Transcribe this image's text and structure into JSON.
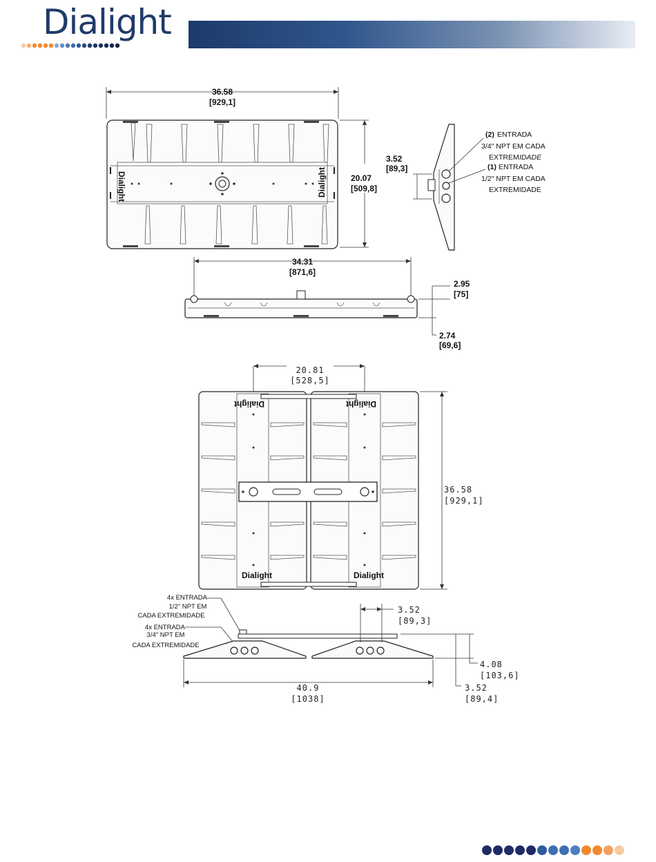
{
  "brand": {
    "name": "Dialight",
    "colors": {
      "navy": "#1f3b68",
      "blue": "#3e6fb0",
      "orange": "#f2882e",
      "peach": "#f6c9a2"
    }
  },
  "top_view": {
    "width": {
      "in": "36.58",
      "mm": "[929,1]"
    },
    "height": {
      "in": "20.07",
      "mm": "[509,8]"
    },
    "logo_left": "Dialight",
    "logo_right": "Dialight"
  },
  "side_view": {
    "offset": {
      "in": "3.52",
      "mm": "[89,3]"
    },
    "note_2_qty": "(2)",
    "note_2": "ENTRADA",
    "note_2_l2": "3/4\" NPT EM CADA",
    "note_2_l3a": "EXTREM",
    "note_2_l3b": "IDADE",
    "note_1_qty": "(1)",
    "note_1": "ENTRADA",
    "note_1_l2": "1/2\" NPT EM CADA",
    "note_1_l3": "EXTREMIDADE"
  },
  "front_view": {
    "width": {
      "in": "34.31",
      "mm": "[871,6]"
    },
    "h1": {
      "in": "2.95",
      "mm": "[75]"
    },
    "h2": {
      "in": "2.74",
      "mm": "[69,6]"
    }
  },
  "double_top_view": {
    "spacing": {
      "in": "20.81",
      "mm": "[528,5]"
    },
    "height": {
      "in": "36.58",
      "mm": "[929,1]"
    },
    "logos": [
      "Dialight",
      "Dialight",
      "Dialight",
      "Dialight"
    ]
  },
  "double_front_view": {
    "note_a": [
      "4x ENTRADA",
      "1/2\" NPT EM",
      "CADA EXTREMIDADE"
    ],
    "note_b": [
      "4x ENTRADA",
      "3/4\" NPT EM",
      "CADA EXTREMIDADE"
    ],
    "offset": {
      "in": "3.52",
      "mm": "[89,3]"
    },
    "width": {
      "in": "40.9",
      "mm": "[1038]"
    },
    "h1": {
      "in": "4.08",
      "mm": "[103,6]"
    },
    "h2": {
      "in": "3.52",
      "mm": "[89,4]"
    }
  }
}
